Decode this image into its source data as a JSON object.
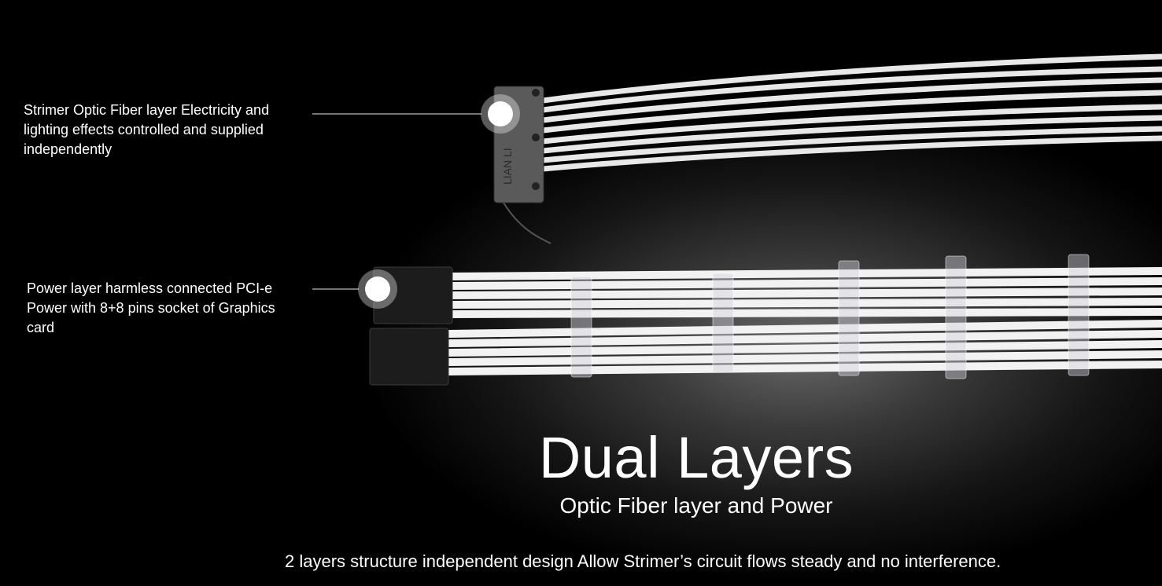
{
  "callouts": [
    {
      "text": "Strimer Optic Fiber layer Electricity and lighting effects controlled and supplied independently"
    },
    {
      "text": "Power layer harmless connected PCI-e Power with 8+8 pins socket of Graphics card"
    }
  ],
  "heading": {
    "title": "Dual Layers",
    "subtitle": "Optic Fiber layer and Power",
    "description": "2 layers structure independent design Allow Strimer’s circuit flows steady and no interference."
  },
  "connector_label": "LIAN LI",
  "colors": {
    "background": "#000000",
    "text": "#ffffff",
    "cable": "#f2f2f2"
  }
}
